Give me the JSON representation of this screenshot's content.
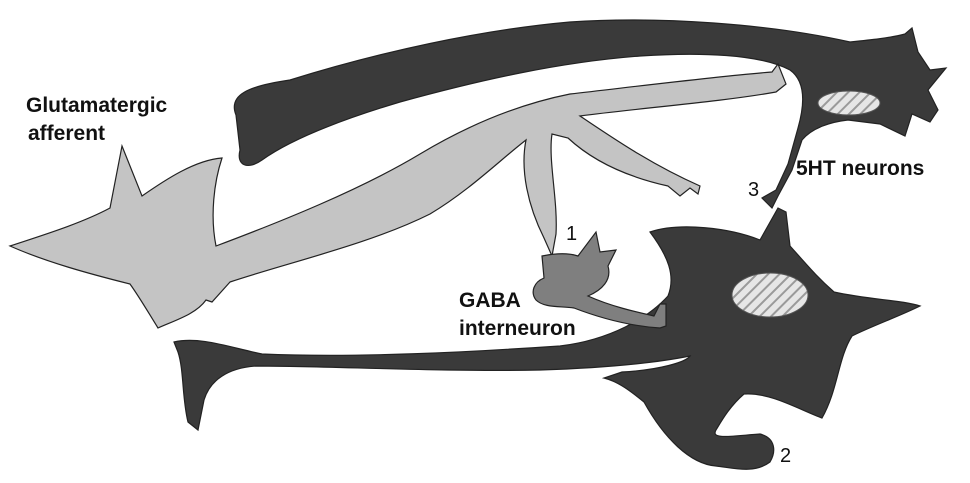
{
  "labels": {
    "glutamatergic_line1": "Glutamatergic",
    "glutamatergic_line2": "afferent",
    "ht_neurons": "5HT neurons",
    "gaba_line1": "GABA",
    "gaba_line2": "interneuron",
    "site_1": "1",
    "site_2": "2",
    "site_3": "3"
  },
  "colors": {
    "ht_neuron_fill": "#3a3a3a",
    "glutamate_fill": "#c4c4c4",
    "gaba_fill": "#7f7f7f",
    "nucleus_fill": "#dcdcdc",
    "outline": "#222222"
  }
}
